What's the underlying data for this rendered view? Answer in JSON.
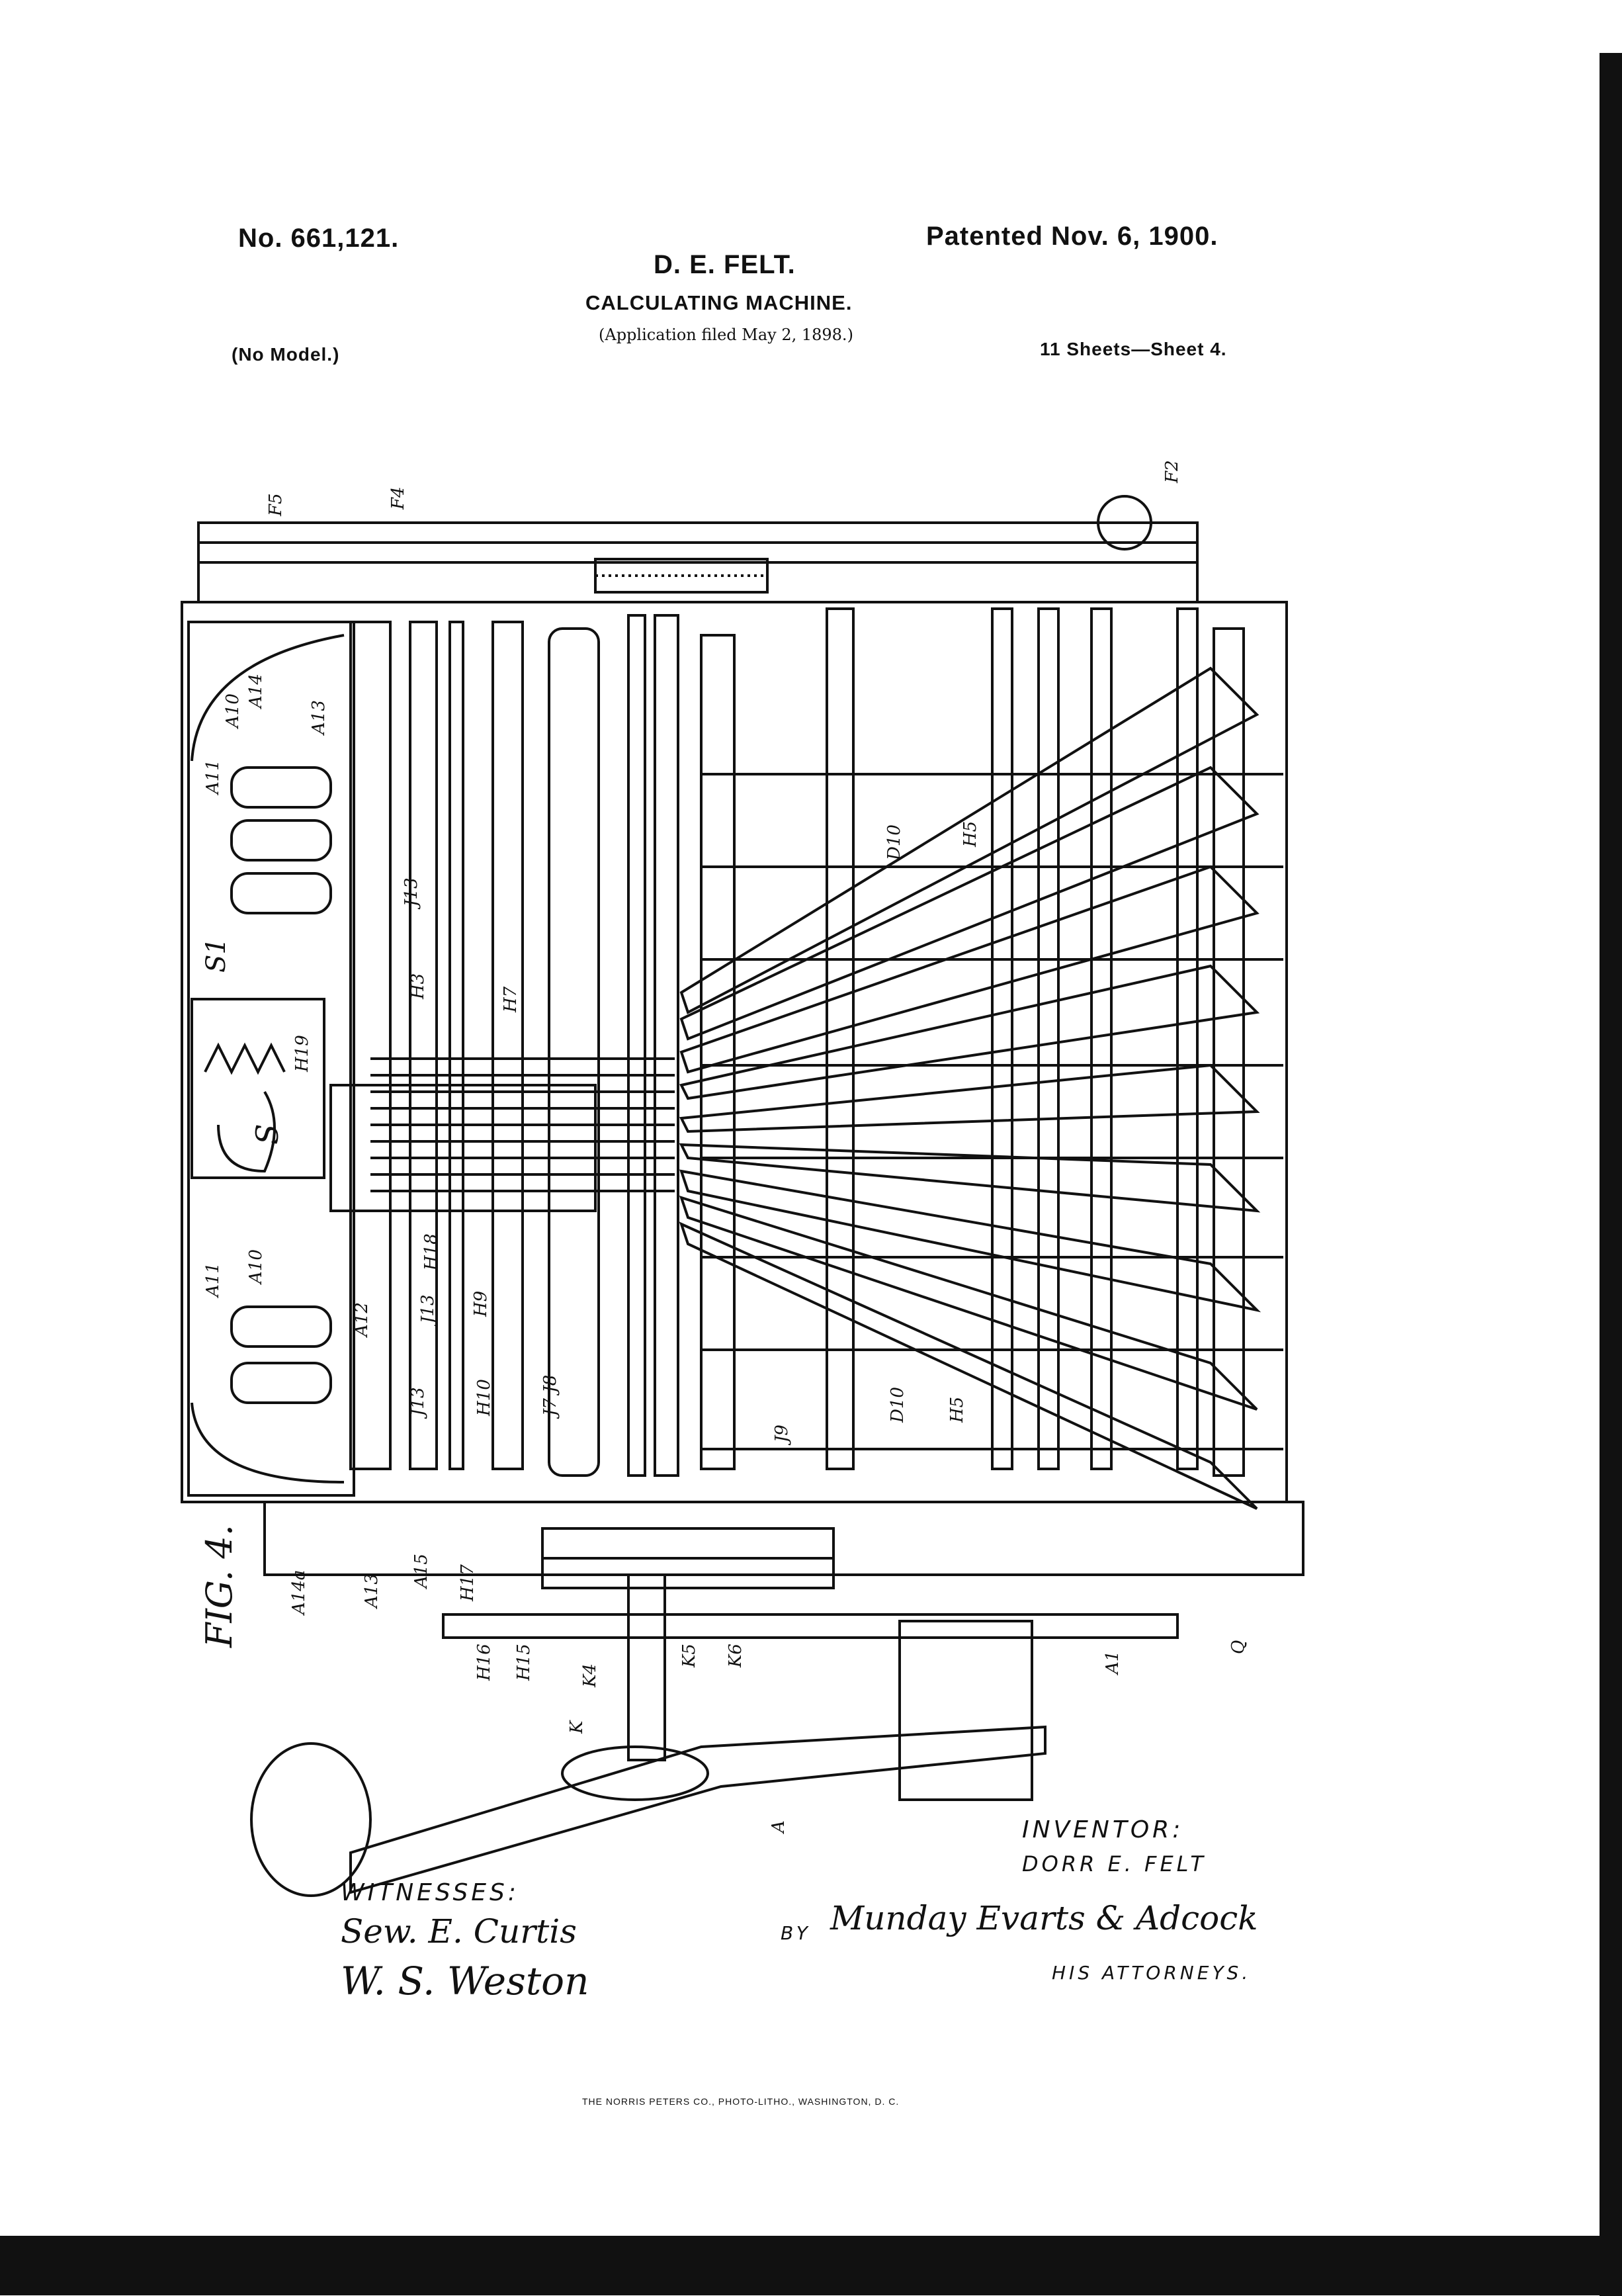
{
  "header": {
    "patent_no": "No. 661,121.",
    "inventor_name": "D. E. FELT.",
    "patented_date": "Patented Nov. 6, 1900.",
    "title": "CALCULATING MACHINE.",
    "application": "(Application filed May 2, 1898.)",
    "model": "(No Model.)",
    "sheets": "11 Sheets—Sheet 4."
  },
  "figure": {
    "label": "FIG. 4.",
    "reference_labels": [
      "F5",
      "F4",
      "F2",
      "A10",
      "A14",
      "A13",
      "A11",
      "S1",
      "J13",
      "H3",
      "H7",
      "H19",
      "S",
      "D10",
      "H5",
      "A11",
      "A10",
      "A12",
      "J13",
      "H18",
      "H9",
      "H10",
      "J7",
      "J8",
      "J9",
      "J13",
      "D10",
      "H5",
      "A13",
      "A15",
      "A14a",
      "H17",
      "H16",
      "H15",
      "K4",
      "K5",
      "K6",
      "A1",
      "Q",
      "K",
      "A"
    ]
  },
  "signatures": {
    "witnesses_label": "WITNESSES:",
    "witness_1": "Sew. E. Curtis",
    "witness_2": "W. S. Weston",
    "inventor_label": "INVENTOR:",
    "inventor": "DORR E. FELT",
    "by_text": "BY",
    "attorneys_signature": "Munday Evarts & Adcock",
    "attorneys_label": "HIS ATTORNEYS."
  },
  "footer": {
    "printer": "THE NORRIS PETERS CO., PHOTO-LITHO., WASHINGTON, D. C."
  }
}
